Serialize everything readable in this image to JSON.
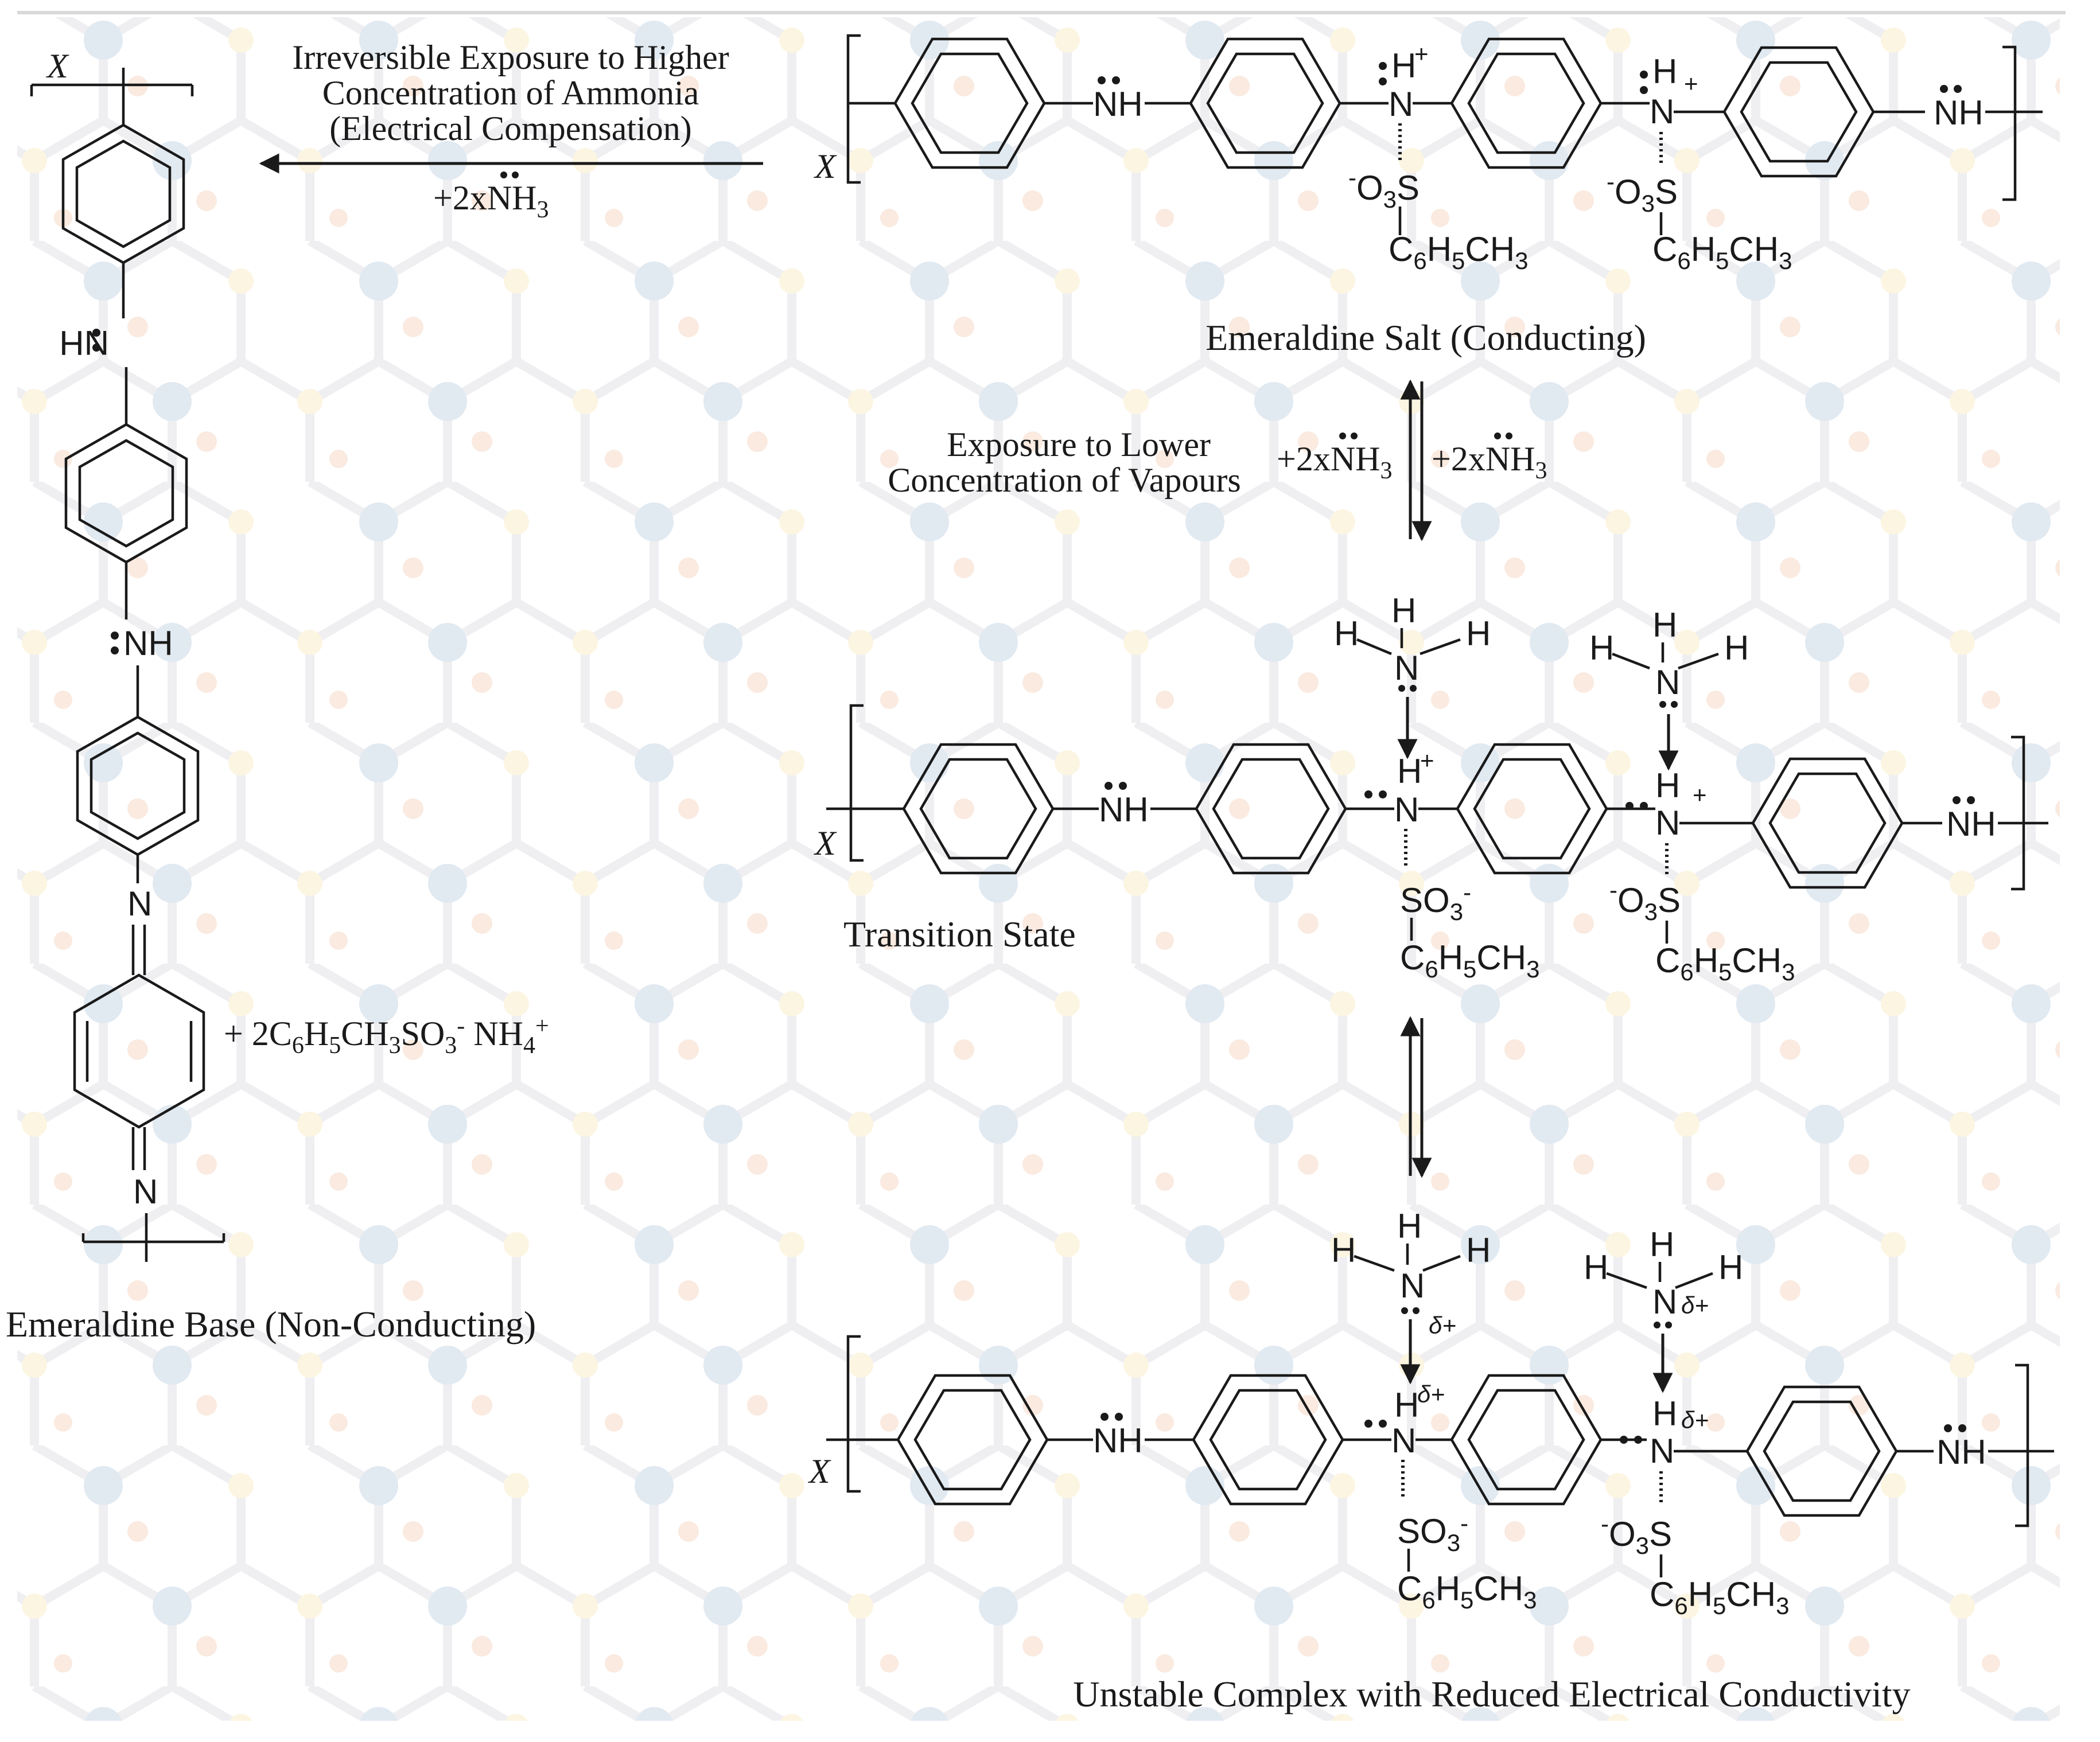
{
  "chain_end_label": "X",
  "top_arrow": {
    "label_line1": "Irreversible Exposure to Higher",
    "label_line2": "Concentration of Ammonia",
    "label_line3": "(Electrical Compensation)",
    "reagent": "+2xNH3"
  },
  "emeraldine_salt": {
    "title": "Emeraldine Salt (Conducting)",
    "nh": "NH",
    "nh_plus": "N",
    "h_plus": "H",
    "counter_ion": "O3S",
    "tail": "C6H5CH3"
  },
  "middle_arrow": {
    "label_line1": "Exposure to Lower",
    "label_line2": "Concentration of Vapours",
    "reagent_left": "+2xNH3",
    "reagent_right": "+2xNH3"
  },
  "transition_state": {
    "title": "Transition State",
    "so3": "SO3",
    "o3s": "O3S",
    "tail": "C6H5CH3"
  },
  "unstable_complex": {
    "title": "Unstable Complex with Reduced Electrical Conductivity",
    "delta": "δ+"
  },
  "emeraldine_base": {
    "title": "Emeraldine Base (Non-Conducting)",
    "byproduct": "+ 2C6H5CH3SO3- NH4+"
  },
  "colors": {
    "ink": "#1a1a1a",
    "bg_hex_line": "#e9eaee",
    "bg_blue": "#d7e2ec",
    "bg_orange": "#f8e3d6",
    "bg_yellow": "#fbf1d8"
  }
}
